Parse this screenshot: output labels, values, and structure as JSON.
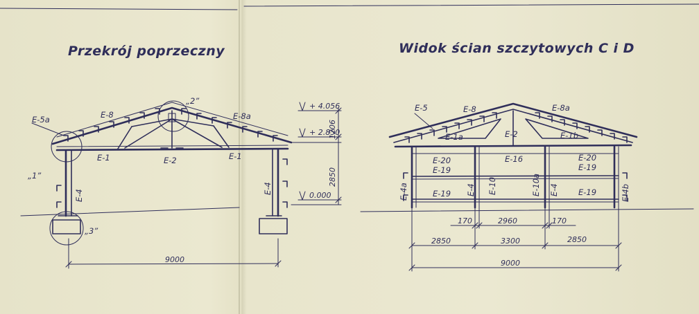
{
  "left": {
    "title": "Przekrój poprzeczny",
    "labels": {
      "e5a": "E-5a",
      "e8": "E-8",
      "e8a": "E-8a",
      "d2": "„2”",
      "e1": "E-1",
      "e2": "E-2",
      "e1b": "E-1",
      "d1": "„1”",
      "d3": "„3”",
      "e4a": "E-4",
      "e4b": "E-4"
    },
    "dims": {
      "span": "9000"
    },
    "levels": {
      "top": "+ 4.056",
      "eave": "+ 2.850",
      "ground": "0.000",
      "roof_height": "1206",
      "wall_height": "2850"
    }
  },
  "right": {
    "title": "Widok ścian szczytowych C i D",
    "labels": {
      "e5": "E-5",
      "e8": "E-8",
      "e8a": "E-8a",
      "e1a": "E-1a",
      "e2": "E-2",
      "e1b": "E-1b",
      "e20a": "E-20",
      "e19a": "E-19",
      "e19b": "E-19",
      "e16": "E-16",
      "e20b": "E-20",
      "e19c": "E-19",
      "e19d": "E-19",
      "e4a": "E-4a",
      "e4l": "E-4",
      "e10": "E-10",
      "e10a": "E-10a",
      "e4r": "E-4",
      "e4b": "E-4b"
    },
    "dims": {
      "d170a": "170",
      "d2960": "2960",
      "d170b": "170",
      "d2850a": "2850",
      "d3300": "3300",
      "d2850b": "2850",
      "total": "9000"
    }
  },
  "colors": {
    "ink": "#2f2e5a",
    "paper": "#e9e6ce"
  }
}
